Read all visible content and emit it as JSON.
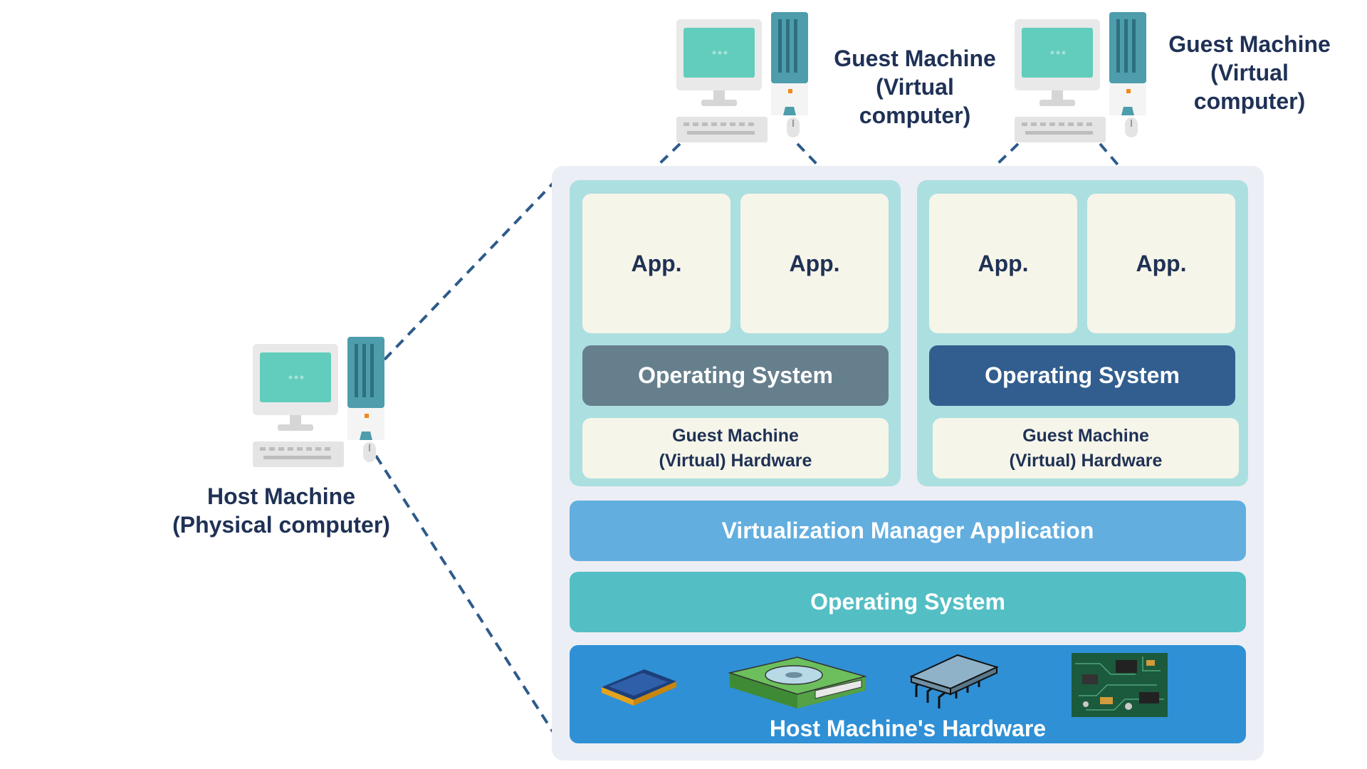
{
  "guest_machine_1": {
    "line1": "Guest Machine",
    "line2": "(Virtual",
    "line3": "computer)"
  },
  "guest_machine_2": {
    "line1": "Guest Machine",
    "line2": "(Virtual",
    "line3": "computer)"
  },
  "host_machine": {
    "line1": "Host Machine",
    "line2": "(Physical computer)"
  },
  "vm1": {
    "apps": [
      "App.",
      "App."
    ],
    "os": "Operating System",
    "hardware_line1": "Guest Machine",
    "hardware_line2": "(Virtual) Hardware"
  },
  "vm2": {
    "apps": [
      "App.",
      "App."
    ],
    "os": "Operating System",
    "hardware_line1": "Guest Machine",
    "hardware_line2": "(Virtual) Hardware"
  },
  "virtualization_manager": "Virtualization Manager Application",
  "host_os": "Operating System",
  "host_hardware": "Host Machine's Hardware",
  "colors": {
    "label_text": "#1f3155",
    "vm_background": "#acdfe0",
    "app_background": "#f6f5e9",
    "vm1_os": "#667f8d",
    "vm2_os": "#325e8f",
    "virtualization_manager": "#62aedf",
    "host_os": "#53bfc4",
    "host_hardware": "#2f90d5",
    "dashed_line": "#2d5b8a"
  },
  "icons": [
    "desktop-computer-icon",
    "ssd-icon",
    "hard-drive-icon",
    "cpu-chip-icon",
    "circuit-board-icon"
  ]
}
